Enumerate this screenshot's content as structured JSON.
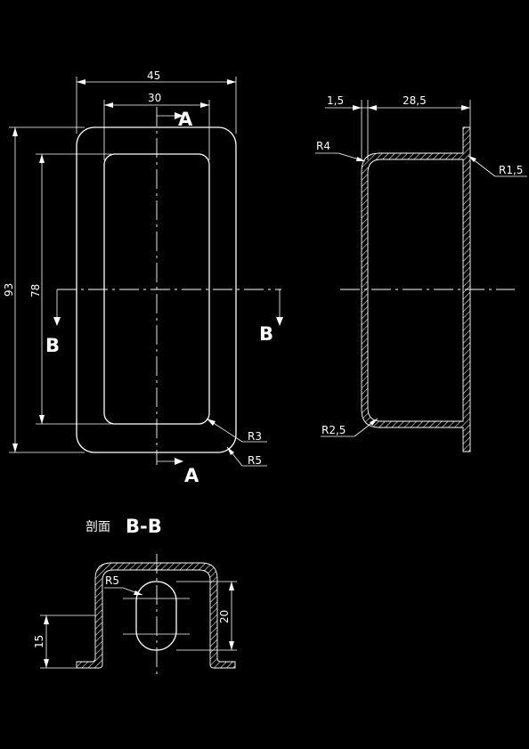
{
  "front_view": {
    "dims": {
      "overall_width": "45",
      "inner_width": "30",
      "overall_height": "93",
      "inner_height": "78",
      "inner_radius": "R3",
      "outer_radius": "R5"
    },
    "section_marks": {
      "a_top": "A",
      "a_bottom": "A",
      "b_left": "B",
      "b_right": "B"
    }
  },
  "side_view": {
    "dims": {
      "thickness": "1,5",
      "depth": "28,5",
      "radius_top": "R4",
      "radius_flange": "R1,5",
      "radius_bottom": "R2,5"
    }
  },
  "section_bb": {
    "prefix": "剖面",
    "title": "B-B",
    "dims": {
      "slot_radius": "R5",
      "slot_length": "20",
      "height": "15"
    }
  }
}
